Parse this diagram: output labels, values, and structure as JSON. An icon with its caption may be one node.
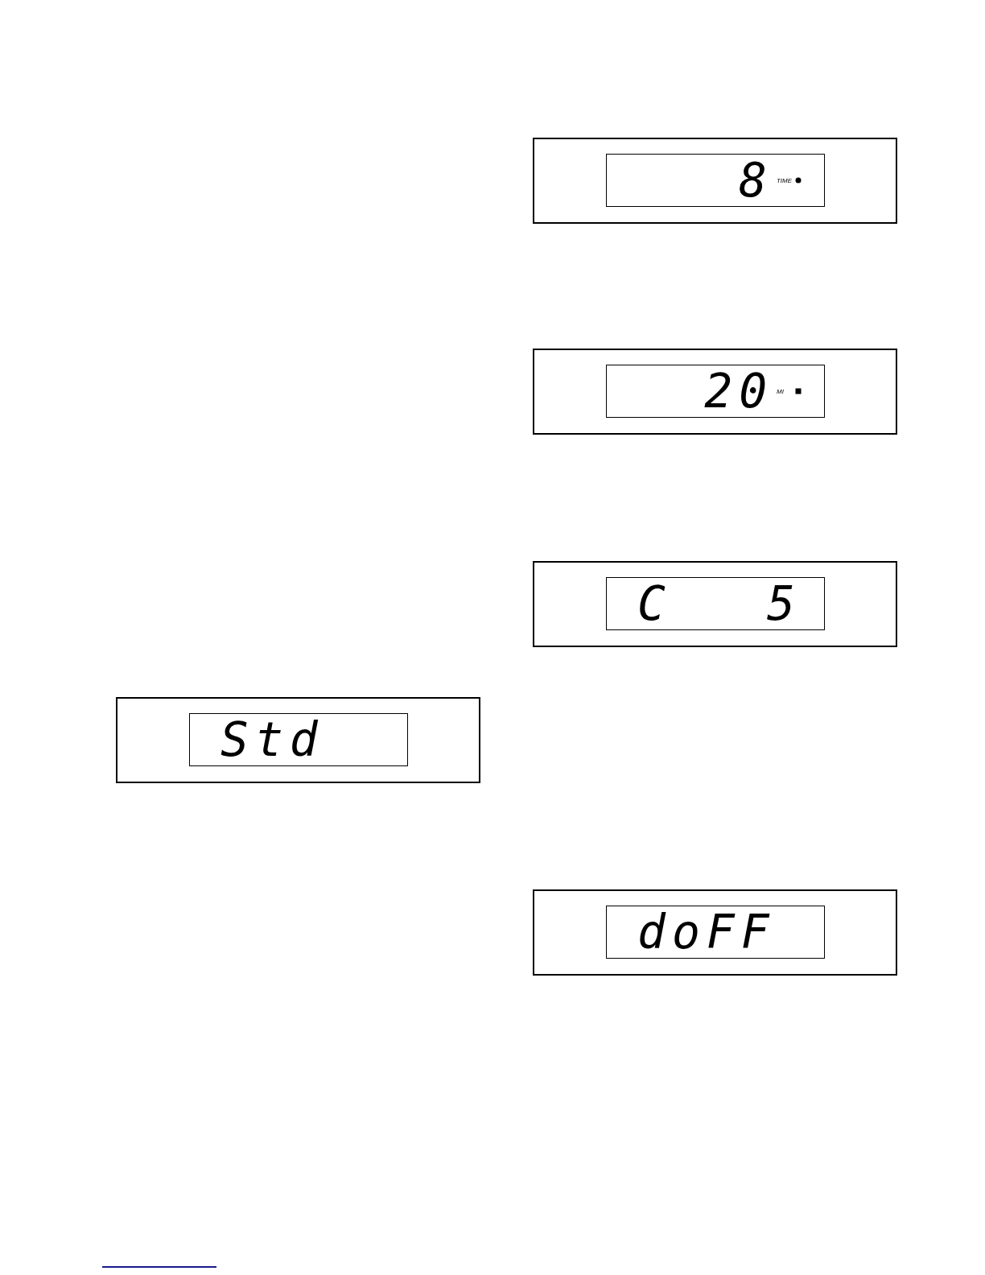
{
  "diagram": {
    "nodes": [
      {
        "text": [
          "8",
          "TIME"
        ]
      },
      {
        "text": [
          "20",
          "MI"
        ]
      },
      {
        "text": [
          "C",
          "5"
        ]
      },
      {
        "text": [
          "Std"
        ]
      },
      {
        "text": [
          "doFF"
        ]
      }
    ]
  }
}
